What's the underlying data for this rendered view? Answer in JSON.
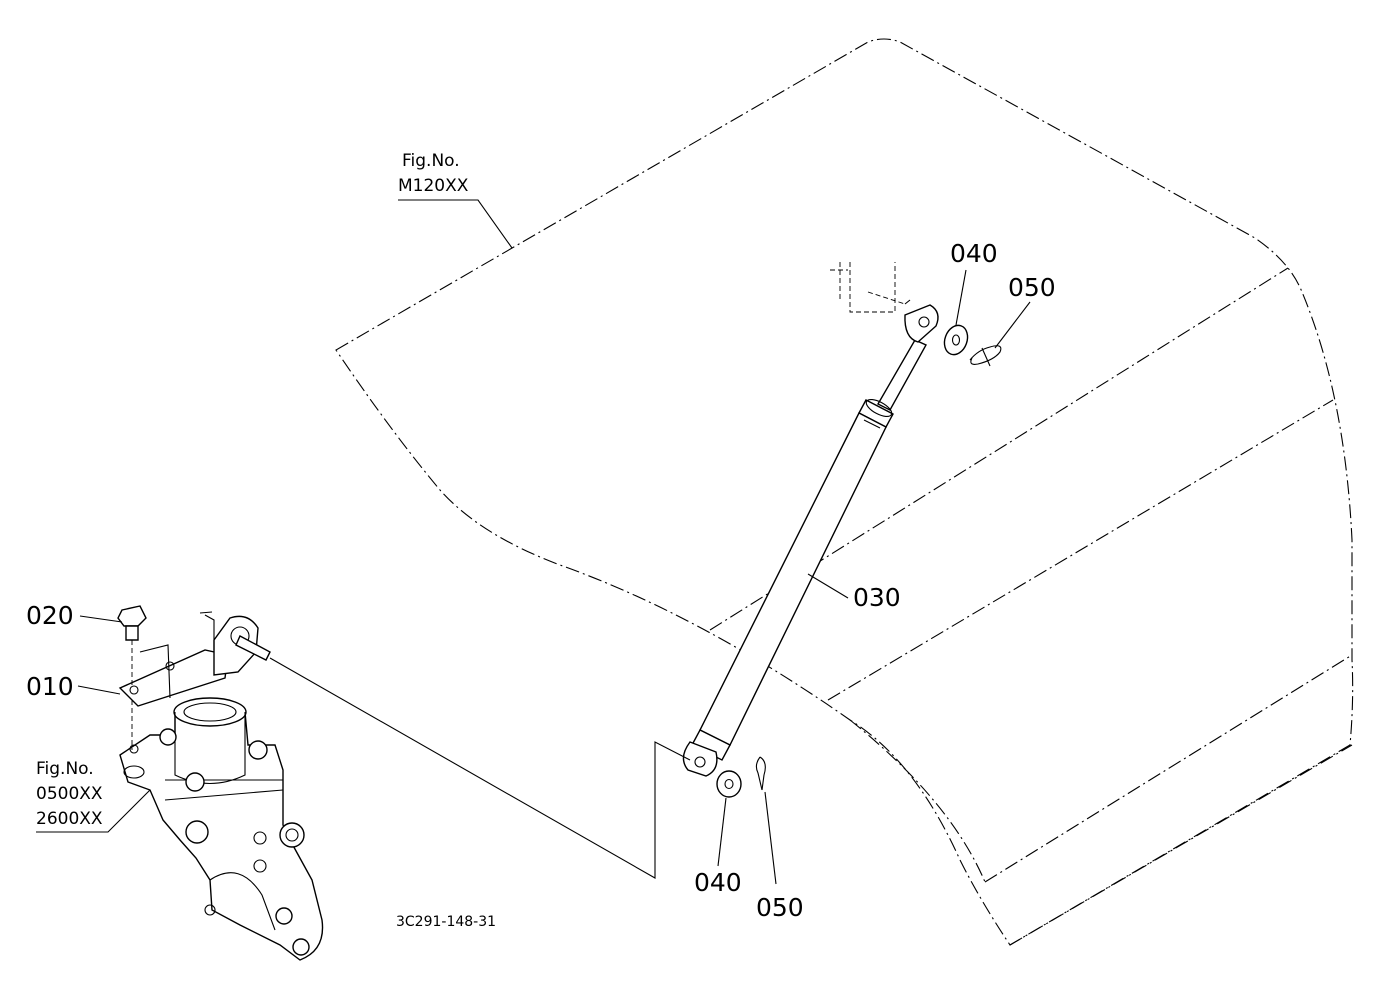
{
  "callouts": {
    "c010": "010",
    "c020": "020",
    "c030": "030",
    "c040_top": "040",
    "c050_top": "050",
    "c040_bottom": "040",
    "c050_bottom": "050"
  },
  "references": {
    "hood": {
      "line1": "Fig.No.",
      "line2": "M120XX"
    },
    "engine": {
      "line1": "Fig.No.",
      "line2": "0500XX",
      "line3": "2600XX"
    }
  },
  "drawing_code": "3C291-148-31"
}
